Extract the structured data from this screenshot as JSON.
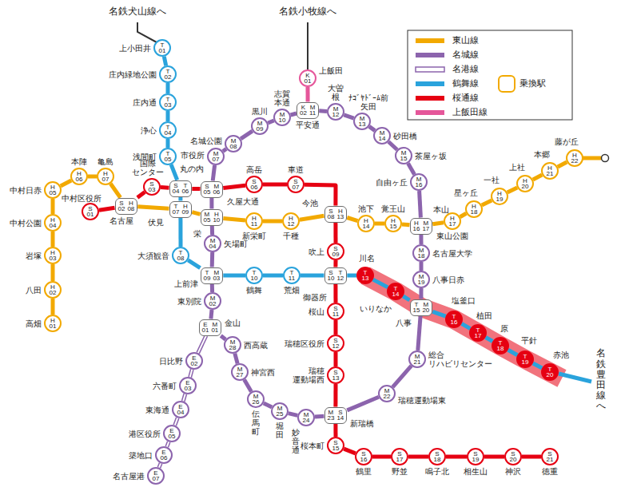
{
  "diagram": {
    "nodes": [
      {
        "text": [
          "H 01",
          "高畑"
        ]
      },
      {
        "text": [
          "H 02",
          "八田"
        ]
      },
      {
        "text": [
          "H 03",
          "岩塚"
        ]
      },
      {
        "text": [
          "H 04",
          "中村公園"
        ]
      },
      {
        "text": [
          "H 05",
          "中村日赤"
        ]
      },
      {
        "text": [
          "H 06",
          "本陣"
        ]
      },
      {
        "text": [
          "H 07",
          "亀島"
        ]
      },
      {
        "text": [
          "S 02",
          "H 08",
          "名古屋"
        ]
      },
      {
        "text": [
          "T 07",
          "H 09",
          "伏見"
        ]
      },
      {
        "text": [
          "M 05",
          "H 10",
          "栄"
        ]
      },
      {
        "text": [
          "H 11",
          "新栄町"
        ]
      },
      {
        "text": [
          "H 12",
          "千種"
        ]
      },
      {
        "text": [
          "S 08",
          "H 13",
          "今池"
        ]
      },
      {
        "text": [
          "H 14",
          "池下"
        ]
      },
      {
        "text": [
          "H 15",
          "覚王山"
        ]
      },
      {
        "text": [
          "H 16",
          "M 17",
          "本山"
        ]
      },
      {
        "text": [
          "H 17",
          "東山公園"
        ]
      },
      {
        "text": [
          "H 18",
          "星ヶ丘"
        ]
      },
      {
        "text": [
          "H 19",
          "一社"
        ]
      },
      {
        "text": [
          "H 20",
          "上社"
        ]
      },
      {
        "text": [
          "H 21",
          "本郷"
        ]
      },
      {
        "text": [
          "H 22",
          "藤が丘"
        ]
      },
      {
        "text": [
          "T 01",
          "上小田井"
        ]
      },
      {
        "text": [
          "T 02",
          "庄内緑地公園"
        ]
      },
      {
        "text": [
          "T 03",
          "庄内通"
        ]
      },
      {
        "text": [
          "T 04",
          "浄心"
        ]
      },
      {
        "text": [
          "T 05",
          "浅間町"
        ]
      },
      {
        "text": [
          "S 04",
          "T 06",
          "丸の内"
        ]
      },
      {
        "text": [
          "T 08",
          "大須観音"
        ]
      },
      {
        "text": [
          "T 09",
          "M 03",
          "上前津"
        ]
      },
      {
        "text": [
          "T 10",
          "鶴舞"
        ]
      },
      {
        "text": [
          "T 11",
          "荒畑"
        ]
      },
      {
        "text": [
          "S 10",
          "T 12",
          "御器所"
        ]
      },
      {
        "text": [
          "T 13",
          "川名"
        ]
      },
      {
        "text": [
          "T 14",
          "いりなか"
        ]
      },
      {
        "text": [
          "T 15",
          "M 20",
          "八事"
        ]
      },
      {
        "text": [
          "T 16",
          "塩釜口"
        ]
      },
      {
        "text": [
          "T 17",
          "植田"
        ]
      },
      {
        "text": [
          "T 18",
          "原"
        ]
      },
      {
        "text": [
          "T 19",
          "平針"
        ]
      },
      {
        "text": [
          "T 20",
          "赤池"
        ]
      },
      {
        "text": [
          "S 01",
          "中村区役所"
        ]
      },
      {
        "text": [
          "S 03",
          "国際 センター"
        ]
      },
      {
        "text": [
          "S 06",
          "高岳"
        ]
      },
      {
        "text": [
          "S 07",
          "車道"
        ]
      },
      {
        "text": [
          "S 09",
          "吹上"
        ]
      },
      {
        "text": [
          "S 11",
          "桜山"
        ]
      },
      {
        "text": [
          "S 12",
          "瑞穂区役所"
        ]
      },
      {
        "text": [
          "S 13",
          "瑞穂 運動場西"
        ]
      },
      {
        "text": [
          "M 23",
          "S 14",
          "新瑞橋"
        ]
      },
      {
        "text": [
          "S 15",
          "桜本町"
        ]
      },
      {
        "text": [
          "S 16",
          "鶴里"
        ]
      },
      {
        "text": [
          "S 17",
          "野並"
        ]
      },
      {
        "text": [
          "S 18",
          "鳴子北"
        ]
      },
      {
        "text": [
          "S 19",
          "相生山"
        ]
      },
      {
        "text": [
          "S 20",
          "神沢"
        ]
      },
      {
        "text": [
          "S 21",
          "徳重"
        ]
      },
      {
        "text": [
          "S 05",
          "M 06",
          "久屋大通"
        ]
      },
      {
        "text": [
          "M 02",
          "東別院"
        ]
      },
      {
        "text": [
          "E 01",
          "M 01",
          "金山"
        ]
      },
      {
        "text": [
          "M 28",
          "西高蔵"
        ]
      },
      {
        "text": [
          "M 27",
          "神宮西"
        ]
      },
      {
        "text": [
          "M 26",
          "伝馬町"
        ]
      },
      {
        "text": [
          "M 25",
          "堀田"
        ]
      },
      {
        "text": [
          "M 24",
          "妙音通"
        ]
      },
      {
        "text": [
          "M 22",
          "瑞穂運動場東"
        ]
      },
      {
        "text": [
          "M 21",
          "総合 リハビリセンター"
        ]
      },
      {
        "text": [
          "M 19",
          "八事日赤"
        ]
      },
      {
        "text": [
          "M 18",
          "名古屋大学"
        ]
      },
      {
        "text": [
          "M 16",
          "自由ヶ丘"
        ]
      },
      {
        "text": [
          "M 15",
          "茶屋ヶ坂"
        ]
      },
      {
        "text": [
          "M 14",
          "砂田橋"
        ]
      },
      {
        "text": [
          "M 13",
          "ﾅｺﾞﾔﾄﾞｰﾑ前 矢田"
        ]
      },
      {
        "text": [
          "M 12",
          "大曽根"
        ]
      },
      {
        "text": [
          "K 02",
          "M 11",
          "平安通"
        ]
      },
      {
        "text": [
          "M 10",
          "志賀本通"
        ]
      },
      {
        "text": [
          "M 09",
          "黒川"
        ]
      },
      {
        "text": [
          "M 08",
          "名城公園"
        ]
      },
      {
        "text": [
          "M 07",
          "市役所"
        ]
      },
      {
        "text": [
          "M 04",
          "矢場町"
        ]
      },
      {
        "text": [
          "E 02",
          "日比野"
        ]
      },
      {
        "text": [
          "E 03",
          "六番町"
        ]
      },
      {
        "text": [
          "E 04",
          "東海通"
        ]
      },
      {
        "text": [
          "E 05",
          "港区役所"
        ]
      },
      {
        "text": [
          "E 06",
          "築地口"
        ]
      },
      {
        "text": [
          "E 07",
          "名古屋港"
        ]
      },
      {
        "text": [
          "K 01",
          "上飯田"
        ]
      }
    ],
    "edges": [
      {
        "from": 0,
        "to": 1,
        "arrow": "none"
      },
      {
        "from": 1,
        "to": 2,
        "arrow": "none"
      },
      {
        "from": 2,
        "to": 3,
        "arrow": "none"
      },
      {
        "from": 3,
        "to": 4,
        "arrow": "none"
      },
      {
        "from": 4,
        "to": 5,
        "arrow": "none"
      },
      {
        "from": 5,
        "to": 6,
        "arrow": "none"
      },
      {
        "from": 6,
        "to": 7,
        "arrow": "none"
      },
      {
        "from": 7,
        "to": 8,
        "arrow": "none"
      },
      {
        "from": 8,
        "to": 9,
        "arrow": "none"
      },
      {
        "from": 9,
        "to": 10,
        "arrow": "none"
      },
      {
        "from": 10,
        "to": 11,
        "arrow": "none"
      },
      {
        "from": 11,
        "to": 12,
        "arrow": "none"
      },
      {
        "from": 12,
        "to": 13,
        "arrow": "none"
      },
      {
        "from": 13,
        "to": 14,
        "arrow": "none"
      },
      {
        "from": 14,
        "to": 15,
        "arrow": "none"
      },
      {
        "from": 15,
        "to": 16,
        "arrow": "none"
      },
      {
        "from": 16,
        "to": 17,
        "arrow": "none"
      },
      {
        "from": 17,
        "to": 18,
        "arrow": "none"
      },
      {
        "from": 18,
        "to": 19,
        "arrow": "none"
      },
      {
        "from": 19,
        "to": 20,
        "arrow": "none"
      },
      {
        "from": 20,
        "to": 21,
        "arrow": "none"
      },
      {
        "from": 22,
        "to": 23,
        "arrow": "none"
      },
      {
        "from": 23,
        "to": 24,
        "arrow": "none"
      },
      {
        "from": 24,
        "to": 25,
        "arrow": "none"
      },
      {
        "from": 25,
        "to": 26,
        "arrow": "none"
      },
      {
        "from": 26,
        "to": 27,
        "arrow": "none"
      },
      {
        "from": 27,
        "to": 8,
        "arrow": "none"
      },
      {
        "from": 8,
        "to": 28,
        "arrow": "none"
      },
      {
        "from": 28,
        "to": 29,
        "arrow": "none"
      },
      {
        "from": 29,
        "to": 30,
        "arrow": "none"
      },
      {
        "from": 30,
        "to": 31,
        "arrow": "none"
      },
      {
        "from": 31,
        "to": 32,
        "arrow": "none"
      },
      {
        "from": 32,
        "to": 33,
        "arrow": "none"
      },
      {
        "from": 33,
        "to": 34,
        "arrow": "none"
      },
      {
        "from": 34,
        "to": 35,
        "arrow": "none"
      },
      {
        "from": 35,
        "to": 36,
        "arrow": "none"
      },
      {
        "from": 36,
        "to": 37,
        "arrow": "none"
      },
      {
        "from": 37,
        "to": 38,
        "arrow": "none"
      },
      {
        "from": 38,
        "to": 39,
        "arrow": "none"
      },
      {
        "from": 39,
        "to": 40,
        "arrow": "none"
      },
      {
        "from": 41,
        "to": 7,
        "arrow": "none"
      },
      {
        "from": 7,
        "to": 42,
        "arrow": "none"
      },
      {
        "from": 42,
        "to": 27,
        "arrow": "none"
      },
      {
        "from": 27,
        "to": 57,
        "arrow": "none"
      },
      {
        "from": 57,
        "to": 43,
        "arrow": "none"
      },
      {
        "from": 43,
        "to": 44,
        "arrow": "none"
      },
      {
        "from": 44,
        "to": 12,
        "arrow": "none"
      },
      {
        "from": 12,
        "to": 45,
        "arrow": "none"
      },
      {
        "from": 45,
        "to": 32,
        "arrow": "none"
      },
      {
        "from": 32,
        "to": 46,
        "arrow": "none"
      },
      {
        "from": 46,
        "to": 47,
        "arrow": "none"
      },
      {
        "from": 47,
        "to": 48,
        "arrow": "none"
      },
      {
        "from": 48,
        "to": 49,
        "arrow": "none"
      },
      {
        "from": 49,
        "to": 50,
        "arrow": "none"
      },
      {
        "from": 50,
        "to": 51,
        "arrow": "none"
      },
      {
        "from": 51,
        "to": 52,
        "arrow": "none"
      },
      {
        "from": 52,
        "to": 53,
        "arrow": "none"
      },
      {
        "from": 53,
        "to": 54,
        "arrow": "none"
      },
      {
        "from": 54,
        "to": 55,
        "arrow": "none"
      },
      {
        "from": 55,
        "to": 56,
        "arrow": "none"
      },
      {
        "from": 59,
        "to": 58,
        "arrow": "none"
      },
      {
        "from": 58,
        "to": 29,
        "arrow": "none"
      },
      {
        "from": 29,
        "to": 79,
        "arrow": "none"
      },
      {
        "from": 79,
        "to": 9,
        "arrow": "none"
      },
      {
        "from": 9,
        "to": 57,
        "arrow": "none"
      },
      {
        "from": 57,
        "to": 78,
        "arrow": "none"
      },
      {
        "from": 78,
        "to": 77,
        "arrow": "none"
      },
      {
        "from": 77,
        "to": 76,
        "arrow": "none"
      },
      {
        "from": 76,
        "to": 75,
        "arrow": "none"
      },
      {
        "from": 75,
        "to": 74,
        "arrow": "none"
      },
      {
        "from": 74,
        "to": 73,
        "arrow": "none"
      },
      {
        "from": 73,
        "to": 72,
        "arrow": "none"
      },
      {
        "from": 72,
        "to": 71,
        "arrow": "none"
      },
      {
        "from": 71,
        "to": 70,
        "arrow": "none"
      },
      {
        "from": 70,
        "to": 69,
        "arrow": "none"
      },
      {
        "from": 69,
        "to": 15,
        "arrow": "none"
      },
      {
        "from": 15,
        "to": 68,
        "arrow": "none"
      },
      {
        "from": 68,
        "to": 67,
        "arrow": "none"
      },
      {
        "from": 67,
        "to": 35,
        "arrow": "none"
      },
      {
        "from": 35,
        "to": 66,
        "arrow": "none"
      },
      {
        "from": 66,
        "to": 65,
        "arrow": "none"
      },
      {
        "from": 65,
        "to": 49,
        "arrow": "none"
      },
      {
        "from": 49,
        "to": 64,
        "arrow": "none"
      },
      {
        "from": 64,
        "to": 63,
        "arrow": "none"
      },
      {
        "from": 63,
        "to": 62,
        "arrow": "none"
      },
      {
        "from": 62,
        "to": 61,
        "arrow": "none"
      },
      {
        "from": 61,
        "to": 60,
        "arrow": "none"
      },
      {
        "from": 60,
        "to": 59,
        "arrow": "none"
      },
      {
        "from": 59,
        "to": 80,
        "arrow": "none"
      },
      {
        "from": 80,
        "to": 81,
        "arrow": "none"
      },
      {
        "from": 81,
        "to": 82,
        "arrow": "none"
      },
      {
        "from": 82,
        "to": 83,
        "arrow": "none"
      },
      {
        "from": 83,
        "to": 84,
        "arrow": "none"
      },
      {
        "from": 84,
        "to": 85,
        "arrow": "none"
      },
      {
        "from": 86,
        "to": 74,
        "arrow": "none"
      }
    ],
    "labels": [
      "名鉄犬山線へ",
      "名鉄小牧線へ",
      "名鉄豊田線へ"
    ],
    "legend": [
      {
        "text": "東山線",
        "color": "#f2a900"
      },
      {
        "text": "名城線",
        "color": "#8c64ad"
      },
      {
        "text": "名港線"
      },
      {
        "text": "鶴舞線",
        "color": "#2aa3dc"
      },
      {
        "text": "桜通線",
        "color": "#e60012"
      },
      {
        "text": "上飯田線",
        "color": "#e5579a"
      },
      {
        "text": "乗換駅"
      }
    ]
  }
}
